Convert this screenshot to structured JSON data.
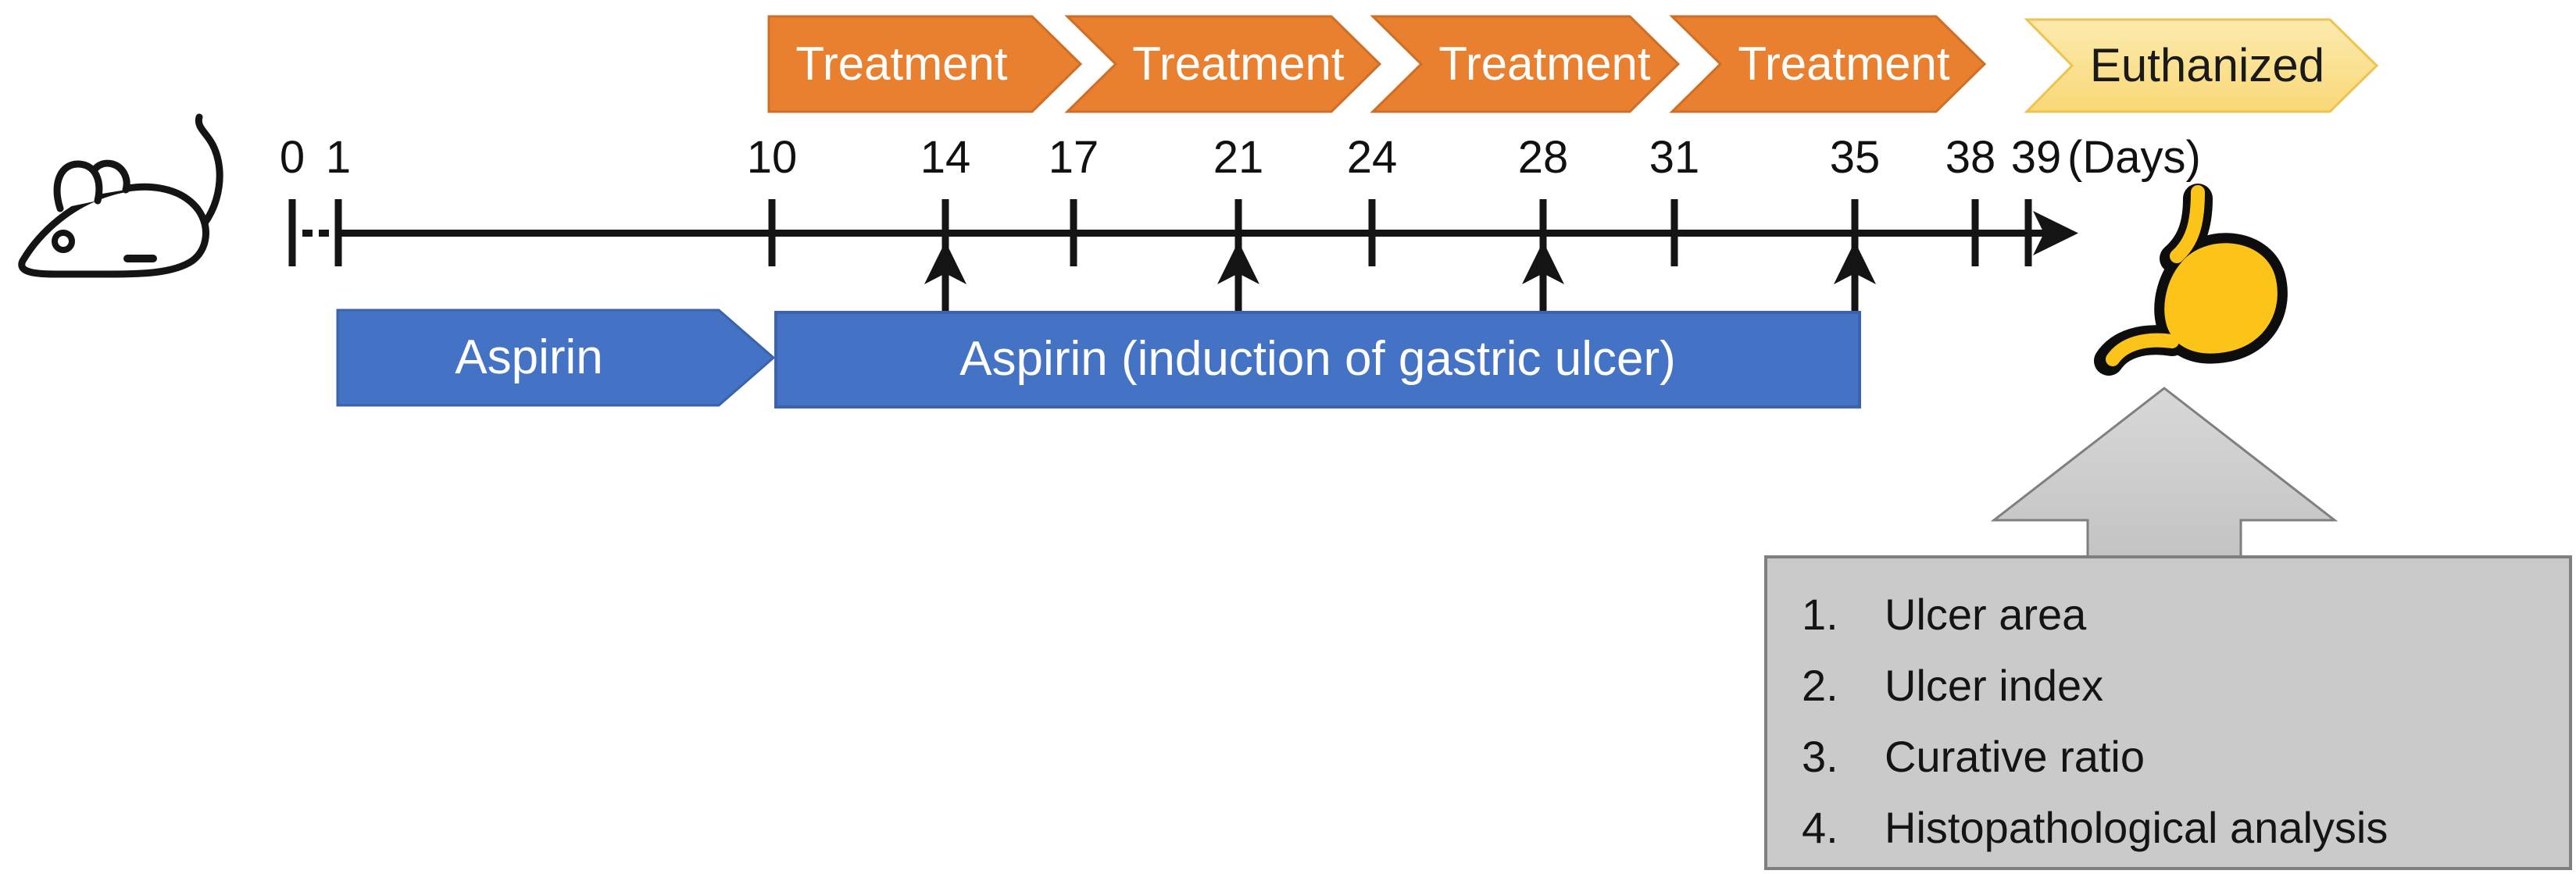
{
  "banners": {
    "treatments": [
      "Treatment",
      "Treatment",
      "Treatment",
      "Treatment"
    ],
    "euthanized": "Euthanized"
  },
  "timeline": {
    "days": [
      "0",
      "1",
      "10",
      "14",
      "17",
      "21",
      "24",
      "28",
      "31",
      "35",
      "38",
      "39"
    ],
    "unit": "(Days)",
    "dose_arrow_days": [
      "14",
      "21",
      "28",
      "35"
    ]
  },
  "phases": {
    "aspirin": "Aspirin",
    "induction": "Aspirin (induction of gastric ulcer)"
  },
  "analysis": {
    "items": [
      {
        "num": "1.",
        "label": "Ulcer area"
      },
      {
        "num": "2.",
        "label": "Ulcer index"
      },
      {
        "num": "3.",
        "label": "Curative ratio"
      },
      {
        "num": "4.",
        "label": "Histopathological analysis"
      }
    ]
  },
  "icons": {
    "mouse": "mouse-icon",
    "stomach": "stomach-icon"
  },
  "colors": {
    "treatment_orange": "#E8802F",
    "treatment_border": "#CF6E27",
    "euthanized_yellow": "#FBDF8C",
    "euthanized_border": "#F0C24F",
    "phase_blue": "#4472C4",
    "phase_blue_border": "#3A63AC",
    "analysis_gray": "#CACACA",
    "analysis_border": "#7F7F7F",
    "stomach_yellow": "#FCC419",
    "line_black": "#141414"
  }
}
